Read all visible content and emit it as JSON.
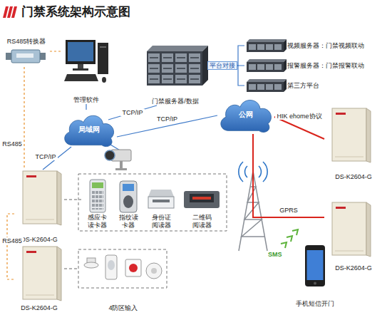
{
  "diagram": {
    "title": "门禁系统架构示意图",
    "nodes": [
      {
        "text": [
          "RS485转换器"
        ]
      },
      {
        "text": [
          "管理软件"
        ]
      },
      {
        "text": [
          "门禁服务器/数据"
        ]
      },
      {
        "text": [
          "视频服务器：门禁视频联动"
        ]
      },
      {
        "text": [
          "报警服务器：门禁报警联动"
        ]
      },
      {
        "text": [
          "第三方平台"
        ]
      },
      {
        "text": [
          "局域网"
        ]
      },
      {
        "text": [
          "公网"
        ]
      },
      {
        "text": [
          "DS-K2604-G"
        ]
      },
      {
        "text": [
          "感应卡读卡器"
        ]
      },
      {
        "text": [
          "指纹读卡器"
        ]
      },
      {
        "text": [
          "身份证阅读器"
        ]
      },
      {
        "text": [
          "二维码阅读器"
        ]
      },
      {
        "text": [
          "DS-K2604-G"
        ]
      },
      {
        "text": [
          "4防区输入"
        ]
      },
      {
        "text": [
          "DS-K2604-G"
        ]
      },
      {
        "text": [
          "DS-K2604-G"
        ]
      },
      {
        "text": [
          "手机短信开门"
        ]
      }
    ],
    "edges": [
      {
        "from": 0,
        "to": 1,
        "arrow": "none"
      },
      {
        "from": 0,
        "to": 8,
        "label": "RS485",
        "arrow": "none"
      },
      {
        "from": 8,
        "to": 13,
        "label": "RS485",
        "arrow": "none"
      },
      {
        "from": 1,
        "to": 6,
        "arrow": "none"
      },
      {
        "from": 6,
        "to": 2,
        "label": "TCP/IP",
        "arrow": "none"
      },
      {
        "from": 6,
        "to": 7,
        "label": "TCP/IP",
        "arrow": "none"
      },
      {
        "from": 6,
        "to": 8,
        "label": "TCP/IP",
        "arrow": "none"
      },
      {
        "from": 2,
        "to": 3,
        "label": "平台对接",
        "arrow": "none"
      },
      {
        "from": 2,
        "to": 4,
        "arrow": "none"
      },
      {
        "from": 2,
        "to": 5,
        "arrow": "none"
      },
      {
        "from": 7,
        "to": 15,
        "label": "HIK ehome协议",
        "arrow": "none"
      },
      {
        "from": 7,
        "to": 16,
        "label": "GPRS",
        "arrow": "none"
      },
      {
        "from": 8,
        "to": 9,
        "arrow": "none"
      },
      {
        "from": 13,
        "to": 14,
        "arrow": "none"
      }
    ],
    "labels": [
      "SMS"
    ]
  }
}
